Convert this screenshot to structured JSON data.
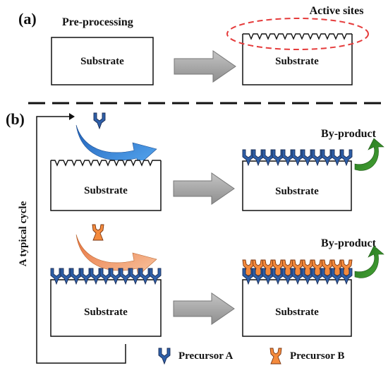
{
  "panel_a": {
    "label": "(a)",
    "step_label": "Pre-processing",
    "active_sites_label": "Active sites",
    "substrate_left": "Substrate",
    "substrate_right": "Substrate"
  },
  "panel_b": {
    "label": "(b)",
    "cycle_label": "A typical cycle",
    "byproduct_top": "By-product",
    "byproduct_bottom": "By-product",
    "substrate_top_left": "Substrate",
    "substrate_top_right": "Substrate",
    "substrate_bottom_left": "Substrate",
    "substrate_bottom_right": "Substrate"
  },
  "legend": {
    "precursor_a": "Precursor A",
    "precursor_b": "Precursor B"
  },
  "colors": {
    "precursor_a": "#2e5fa8",
    "precursor_b": "#f48a3c",
    "gray_arrow": "#a8a8a8",
    "green_arrow": "#3a8a2a",
    "active_sites_ellipse": "#e53b3b",
    "blue_curved_arrow": "#2f7ad6",
    "orange_curved_arrow": "#f0935a"
  }
}
